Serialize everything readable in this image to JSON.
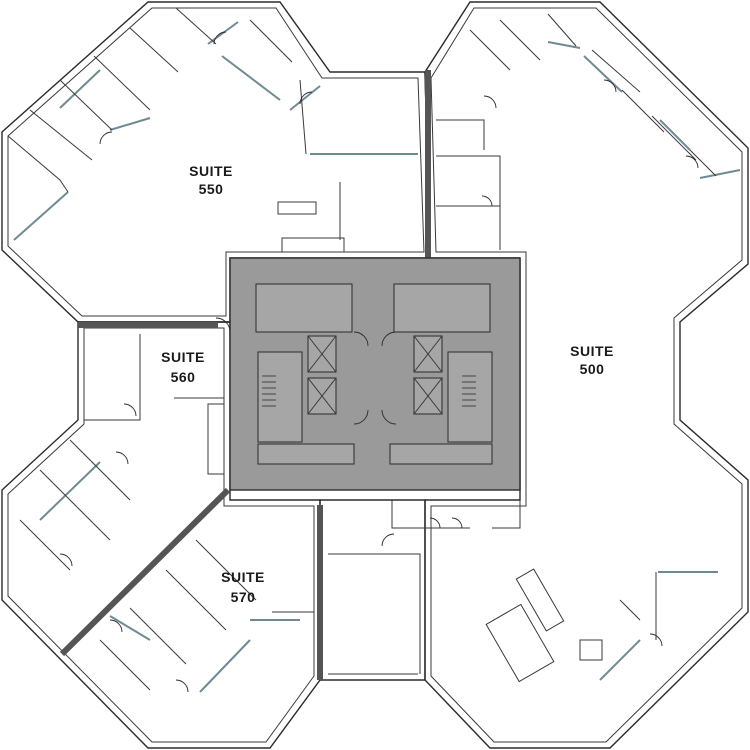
{
  "floor_plan": {
    "suites": [
      {
        "id": "suite-550",
        "line1": "SUITE",
        "line2": "550"
      },
      {
        "id": "suite-560",
        "line1": "SUITE",
        "line2": "560"
      },
      {
        "id": "suite-570",
        "line1": "SUITE",
        "line2": "570"
      },
      {
        "id": "suite-500",
        "line1": "SUITE",
        "line2": "500"
      }
    ],
    "colors": {
      "core_fill": "#9a9a9a",
      "wall": "#2b2b2b",
      "glazing": "#6f8a92",
      "demising_wall": "#555555"
    }
  }
}
